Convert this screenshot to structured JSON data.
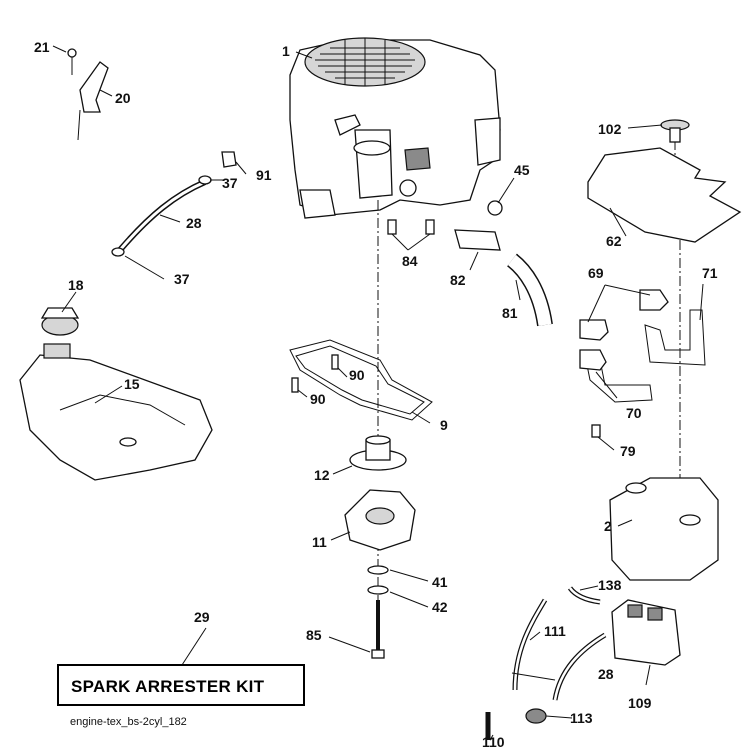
{
  "callouts": {
    "c1": "1",
    "c2": "2",
    "c9": "9",
    "c11": "11",
    "c12": "12",
    "c15": "15",
    "c18": "18",
    "c20": "20",
    "c21": "21",
    "c28a": "28",
    "c28b": "28",
    "c29": "29",
    "c37a": "37",
    "c37b": "37",
    "c41": "41",
    "c42": "42",
    "c45": "45",
    "c62": "62",
    "c69": "69",
    "c70": "70",
    "c71": "71",
    "c79": "79",
    "c81": "81",
    "c82": "82",
    "c84": "84",
    "c85": "85",
    "c90a": "90",
    "c90b": "90",
    "c91": "91",
    "c102": "102",
    "c109": "109",
    "c110": "110",
    "c111": "111",
    "c113": "113",
    "c138": "138"
  },
  "kit_label": "SPARK ARRESTER KIT",
  "caption": "engine-tex_bs-2cyl_182"
}
